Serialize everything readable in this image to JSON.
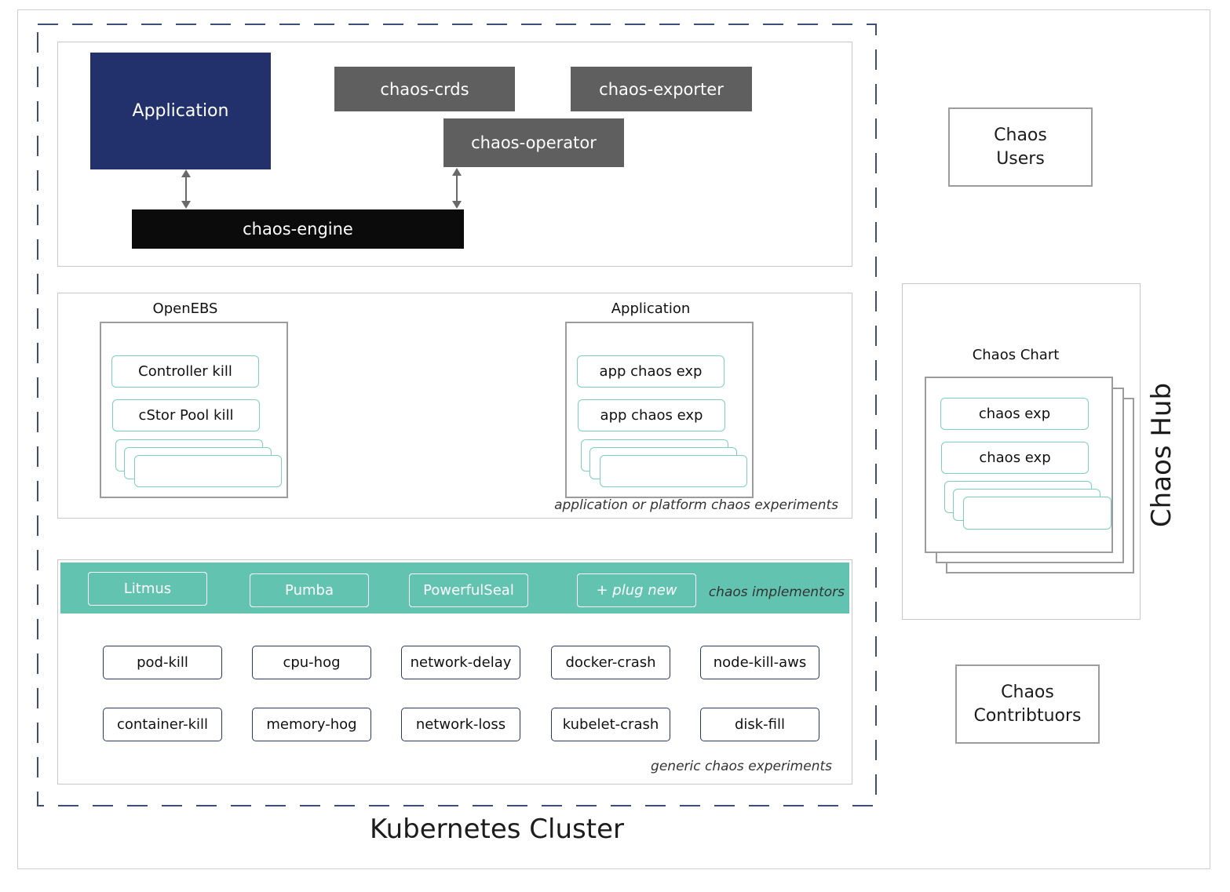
{
  "cluster": {
    "title": "Kubernetes Cluster",
    "control_plane": {
      "application": "Application",
      "chaos_crds": "chaos-crds",
      "chaos_exporter": "chaos-exporter",
      "chaos_operator": "chaos-operator",
      "chaos_engine": "chaos-engine"
    },
    "experiments": {
      "openebs_title": "OpenEBS",
      "openebs_items": [
        "Controller kill",
        "cStor Pool kill"
      ],
      "application_title": "Application",
      "application_items": [
        "app chaos exp",
        "app chaos exp"
      ],
      "caption": "application or platform chaos experiments"
    },
    "generic": {
      "implementors": [
        "Litmus",
        "Pumba",
        "PowerfulSeal",
        "+ plug new"
      ],
      "implementors_caption": "chaos implementors",
      "row1": [
        "pod-kill",
        "cpu-hog",
        "network-delay",
        "docker-crash",
        "node-kill-aws"
      ],
      "row2": [
        "container-kill",
        "memory-hog",
        "network-loss",
        "kubelet-crash",
        "disk-fill"
      ],
      "caption": "generic chaos experiments"
    }
  },
  "hub": {
    "title": "Chaos Hub",
    "users": [
      "Chaos",
      "Users"
    ],
    "contributors": [
      "Chaos",
      "Contribtuors"
    ],
    "chart_title": "Chaos Chart",
    "chart_items": [
      "chaos exp",
      "chaos exp"
    ]
  },
  "colors": {
    "application": "#22316c",
    "gray_component": "#5f5f5f",
    "engine": "#0b0b0b",
    "teal": "#63c3b1",
    "pill_border": "#7fcfbf",
    "experiment_border": "#2a3a66",
    "dash": "#3d4f78"
  }
}
